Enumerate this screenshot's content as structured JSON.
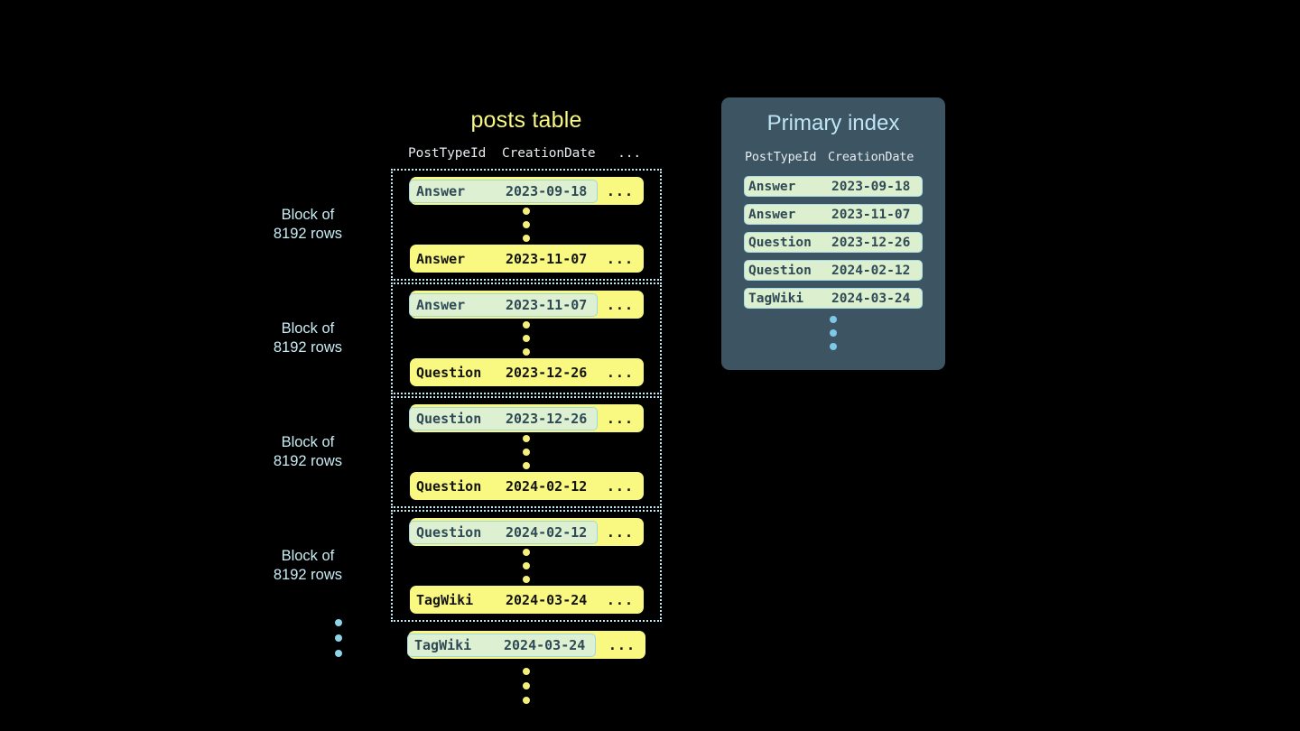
{
  "posts_table": {
    "title": "posts table",
    "columns": {
      "post_type_id": "PostTypeId",
      "creation_date": "CreationDate",
      "more": "..."
    },
    "blocks": [
      {
        "label_line1": "Block of",
        "label_line2": "8192 rows",
        "first_row": {
          "type": "Answer",
          "date": "2023-09-18",
          "more": "...",
          "marked": true
        },
        "last_row": {
          "type": "Answer",
          "date": "2023-11-07",
          "more": "...",
          "marked": false
        }
      },
      {
        "label_line1": "Block of",
        "label_line2": "8192 rows",
        "first_row": {
          "type": "Answer",
          "date": "2023-11-07",
          "more": "...",
          "marked": true
        },
        "last_row": {
          "type": "Question",
          "date": "2023-12-26",
          "more": "...",
          "marked": false
        }
      },
      {
        "label_line1": "Block of",
        "label_line2": "8192 rows",
        "first_row": {
          "type": "Question",
          "date": "2023-12-26",
          "more": "...",
          "marked": true
        },
        "last_row": {
          "type": "Question",
          "date": "2024-02-12",
          "more": "...",
          "marked": false
        }
      },
      {
        "label_line1": "Block of",
        "label_line2": "8192 rows",
        "first_row": {
          "type": "Question",
          "date": "2024-02-12",
          "more": "...",
          "marked": true
        },
        "last_row": {
          "type": "TagWiki",
          "date": "2024-03-24",
          "more": "...",
          "marked": false
        }
      }
    ],
    "tail_row": {
      "type": "TagWiki",
      "date": "2024-03-24",
      "more": "...",
      "marked": true
    }
  },
  "primary_index": {
    "title": "Primary index",
    "columns": {
      "post_type_id": "PostTypeId",
      "creation_date": "CreationDate"
    },
    "rows": [
      {
        "type": "Answer",
        "date": "2023-09-18"
      },
      {
        "type": "Answer",
        "date": "2023-11-07"
      },
      {
        "type": "Question",
        "date": "2023-12-26"
      },
      {
        "type": "Question",
        "date": "2024-02-12"
      },
      {
        "type": "TagWiki",
        "date": "2024-03-24"
      }
    ]
  },
  "colors": {
    "background": "#000000",
    "row_yellow": "#f9f982",
    "marked_chip": "#ddf0d2",
    "marked_border": "#9fd6e4",
    "block_border": "#bfe9f2",
    "panel_bg": "#3d5462",
    "panel_title": "#bfe4f5",
    "posts_title": "#f7f781",
    "label_cyan": "#c9ecf5",
    "dot_yellow": "#f4f07a",
    "dot_cyan": "#8fd3e8"
  }
}
